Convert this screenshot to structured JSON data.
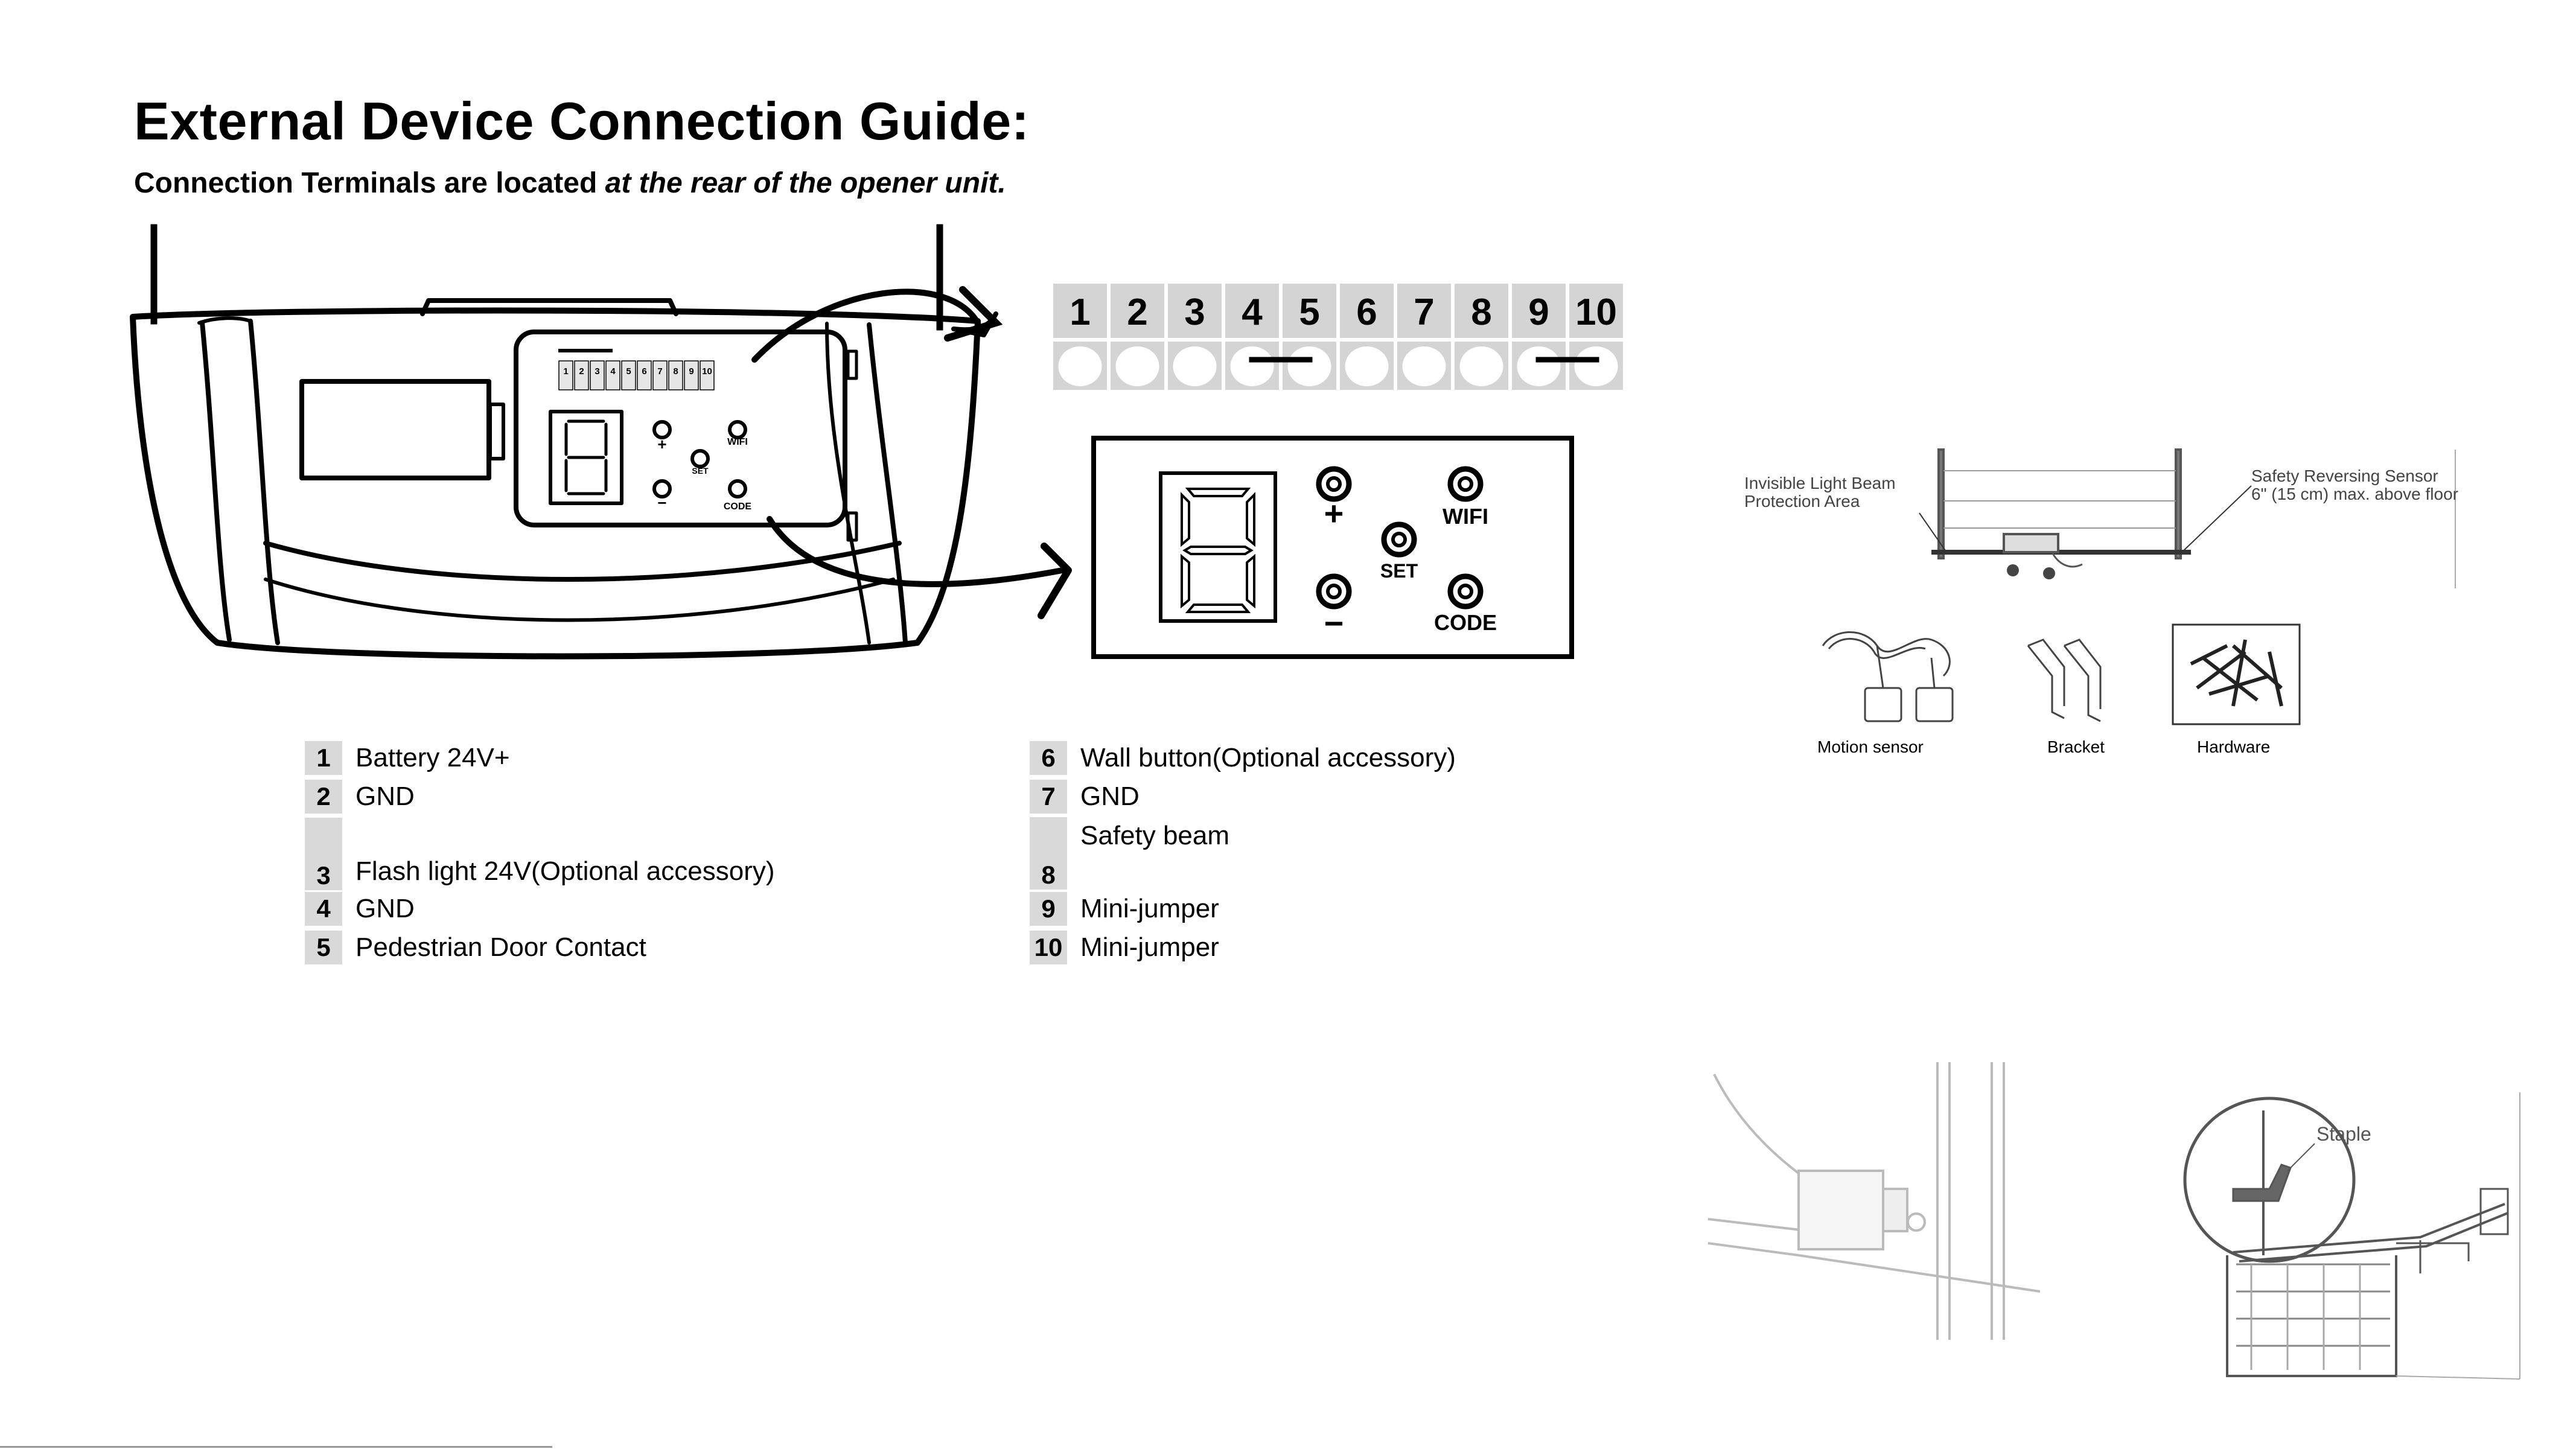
{
  "header": {
    "title": "External Device Connection Guide:",
    "subtitle_prefix": "Connection Terminals are located ",
    "subtitle_emphasis": "at the rear of the opener unit."
  },
  "terminal_strip": {
    "numbers": [
      "1",
      "2",
      "3",
      "4",
      "5",
      "6",
      "7",
      "8",
      "9",
      "10"
    ],
    "jumpered_pairs": [
      [
        4,
        5
      ],
      [
        9,
        10
      ]
    ]
  },
  "opener_panel": {
    "tiny_numbers": [
      "1",
      "2",
      "3",
      "4",
      "5",
      "6",
      "7",
      "8",
      "9",
      "10"
    ],
    "buttons": {
      "plus": "+",
      "minus": "−",
      "set": "SET",
      "wifi": "WIFI",
      "code": "CODE"
    }
  },
  "control_panel": {
    "plus_label": "+",
    "minus_label": "−",
    "set_label": "SET",
    "wifi_label": "WIFI",
    "code_label": "CODE"
  },
  "legend_left": [
    {
      "num": "1",
      "label": "Battery 24V+"
    },
    {
      "num": "2",
      "label": "GND"
    },
    {
      "num": "3",
      "label": "Flash light 24V(Optional accessory)"
    },
    {
      "num": "4",
      "label": "GND"
    },
    {
      "num": "5",
      "label": "Pedestrian Door Contact"
    }
  ],
  "legend_right": [
    {
      "num": "6",
      "label": "Wall button(Optional accessory)"
    },
    {
      "num": "7",
      "label": "GND"
    },
    {
      "num": "8",
      "label": "Safety beam"
    },
    {
      "num": "9",
      "label": "Mini-jumper"
    },
    {
      "num": "10",
      "label": "Mini-jumper"
    }
  ],
  "safety_sensor_diagram": {
    "label_left_line1": "Invisible Light Beam",
    "label_left_line2": "Protection Area",
    "label_right_line1": "Safety Reversing Sensor",
    "label_right_line2": "6\" (15 cm) max. above floor"
  },
  "accessories": {
    "motion_sensor": "Motion sensor",
    "bracket": "Bracket",
    "hardware": "Hardware"
  },
  "installation_diagram": {
    "staple_label": "Staple"
  }
}
